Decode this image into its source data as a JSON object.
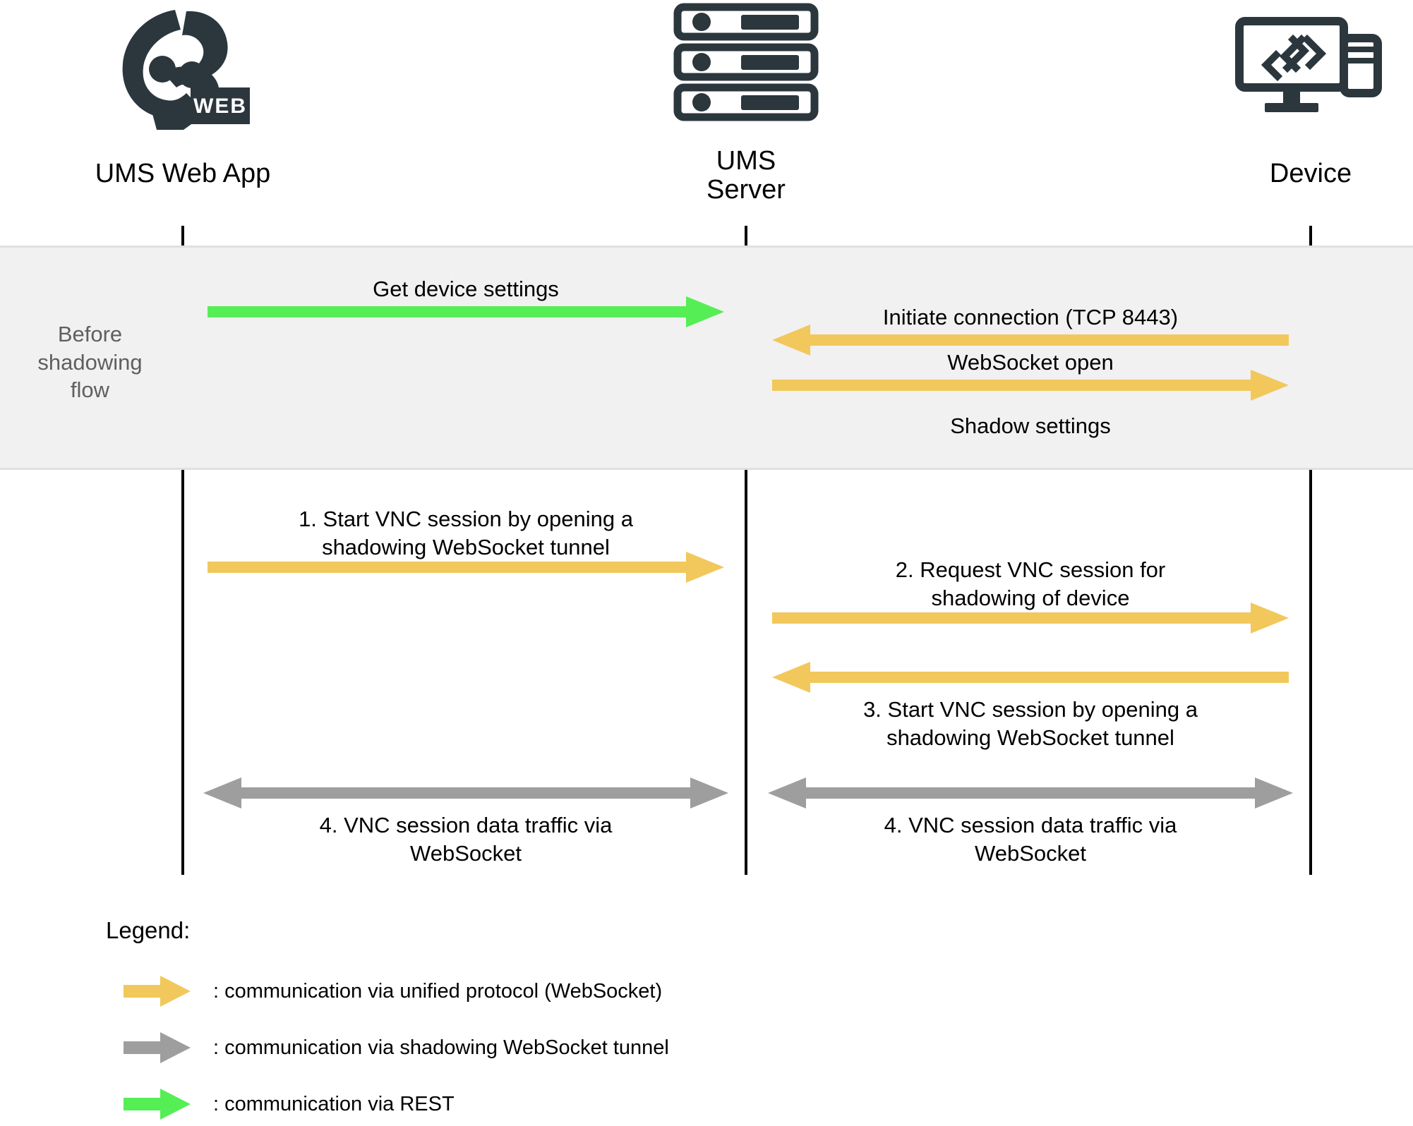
{
  "colors": {
    "yellow": "#f2c85c",
    "green": "#55ee55",
    "gray": "#9e9e9e",
    "icon_dark": "#2b373d",
    "band_fill": "#f1f1f1",
    "band_border": "#e0e0e0",
    "lifeline": "#000000",
    "phase_text": "#5f5f5f"
  },
  "participants": [
    {
      "id": "web-app",
      "label": "UMS Web App",
      "icon": "ums-web-logo-icon"
    },
    {
      "id": "ums-server",
      "label": "UMS\nServer",
      "icon": "server-rack-icon"
    },
    {
      "id": "device",
      "label": "Device",
      "icon": "device-monitor-icon"
    }
  ],
  "phases": [
    {
      "id": "before-shadowing",
      "label": "Before\nshadowing\nflow"
    }
  ],
  "messages": [
    {
      "id": "get-device-settings",
      "label": "Get device settings",
      "from": "web-app",
      "to": "ums-server",
      "direction": "right",
      "color_key": "green",
      "protocol": "REST"
    },
    {
      "id": "initiate-connection",
      "label": "Initiate connection (TCP 8443)",
      "from": "device",
      "to": "ums-server",
      "direction": "left",
      "color_key": "yellow",
      "protocol": "WebSocket"
    },
    {
      "id": "websocket-open",
      "label": "WebSocket open",
      "from": "ums-server",
      "to": "device",
      "direction": "right",
      "color_key": "yellow",
      "protocol": "WebSocket"
    },
    {
      "id": "shadow-settings",
      "label": "Shadow settings",
      "from": "ums-server",
      "to": "device",
      "direction": "right",
      "color_key": "yellow",
      "protocol": "WebSocket"
    },
    {
      "id": "start-vnc-session-webapp",
      "label": "1.   Start VNC session by opening a\nshadowing WebSocket tunnel",
      "from": "web-app",
      "to": "ums-server",
      "direction": "right",
      "color_key": "yellow",
      "protocol": "WebSocket"
    },
    {
      "id": "request-vnc-session",
      "label": "2.   Request VNC session for\nshadowing of device",
      "from": "ums-server",
      "to": "device",
      "direction": "right",
      "color_key": "yellow",
      "protocol": "WebSocket"
    },
    {
      "id": "start-vnc-session-device",
      "label": "3.   Start VNC session by opening a\nshadowing WebSocket tunnel",
      "from": "device",
      "to": "ums-server",
      "direction": "left",
      "color_key": "yellow",
      "protocol": "WebSocket"
    },
    {
      "id": "vnc-traffic-webapp",
      "label": "4.   VNC session data traffic via\nWebSocket",
      "from": "web-app",
      "to": "ums-server",
      "direction": "both",
      "color_key": "gray",
      "protocol": "shadowing tunnel"
    },
    {
      "id": "vnc-traffic-device",
      "label": "4.   VNC session data traffic via\nWebSocket",
      "from": "ums-server",
      "to": "device",
      "direction": "both",
      "color_key": "gray",
      "protocol": "shadowing tunnel"
    }
  ],
  "legend": {
    "title": "Legend:",
    "items": [
      {
        "id": "legend-unified",
        "color_key": "yellow",
        "text": ": communication via unified protocol (WebSocket)"
      },
      {
        "id": "legend-shadowing",
        "color_key": "gray",
        "text": ": communication via shadowing WebSocket tunnel"
      },
      {
        "id": "legend-rest",
        "color_key": "green",
        "text": ": communication via REST"
      }
    ]
  }
}
